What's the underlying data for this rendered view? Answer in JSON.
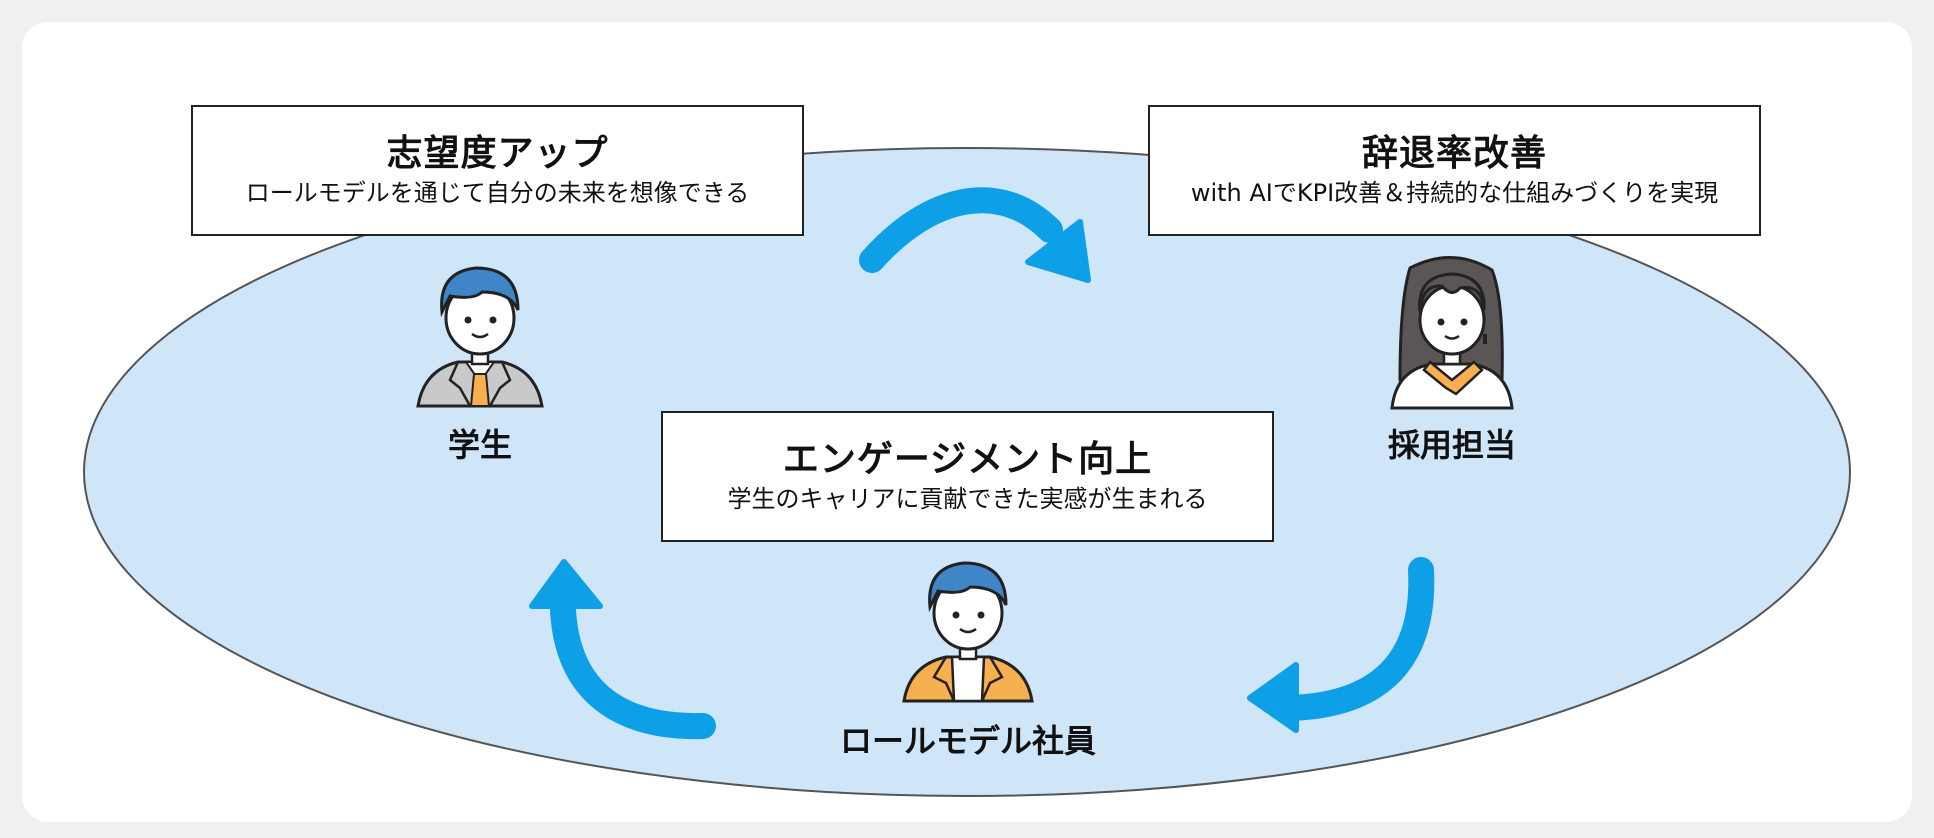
{
  "diagram": {
    "cards": {
      "top_left": {
        "title": "志望度アップ",
        "subtitle": "ロールモデルを通じて自分の未来を想像できる"
      },
      "top_right": {
        "title": "辞退率改善",
        "subtitle": "with AIでKPI改善＆持続的な仕組みづくりを実現"
      },
      "center": {
        "title": "エンゲージメント向上",
        "subtitle": "学生のキャリアに貢献できた実感が生まれる"
      }
    },
    "actors": [
      {
        "id": "student",
        "label": "学生",
        "icon": "student-person-icon"
      },
      {
        "id": "recruiter",
        "label": "採用担当",
        "icon": "recruiter-person-icon"
      },
      {
        "id": "role_model",
        "label": "ロールモデル社員",
        "icon": "role-model-person-icon"
      }
    ],
    "cycle": [
      {
        "from": "学生",
        "to": "採用担当",
        "icon": "curved-arrow-icon"
      },
      {
        "from": "採用担当",
        "to": "ロールモデル社員",
        "icon": "curved-arrow-icon"
      },
      {
        "from": "ロールモデル社員",
        "to": "学生",
        "icon": "curved-arrow-icon"
      }
    ],
    "colors": {
      "page_bg": "#f0f0f0",
      "card_bg": "#ffffff",
      "ellipse_fill": "#cfe5f8",
      "ellipse_stroke": "#555555",
      "arrow": "#0ea0e6",
      "hair_blue": "#3f86c8",
      "hair_gray": "#5a5655",
      "accent_orange": "#f6b04f",
      "suit_gray": "#c9c9c9"
    }
  }
}
